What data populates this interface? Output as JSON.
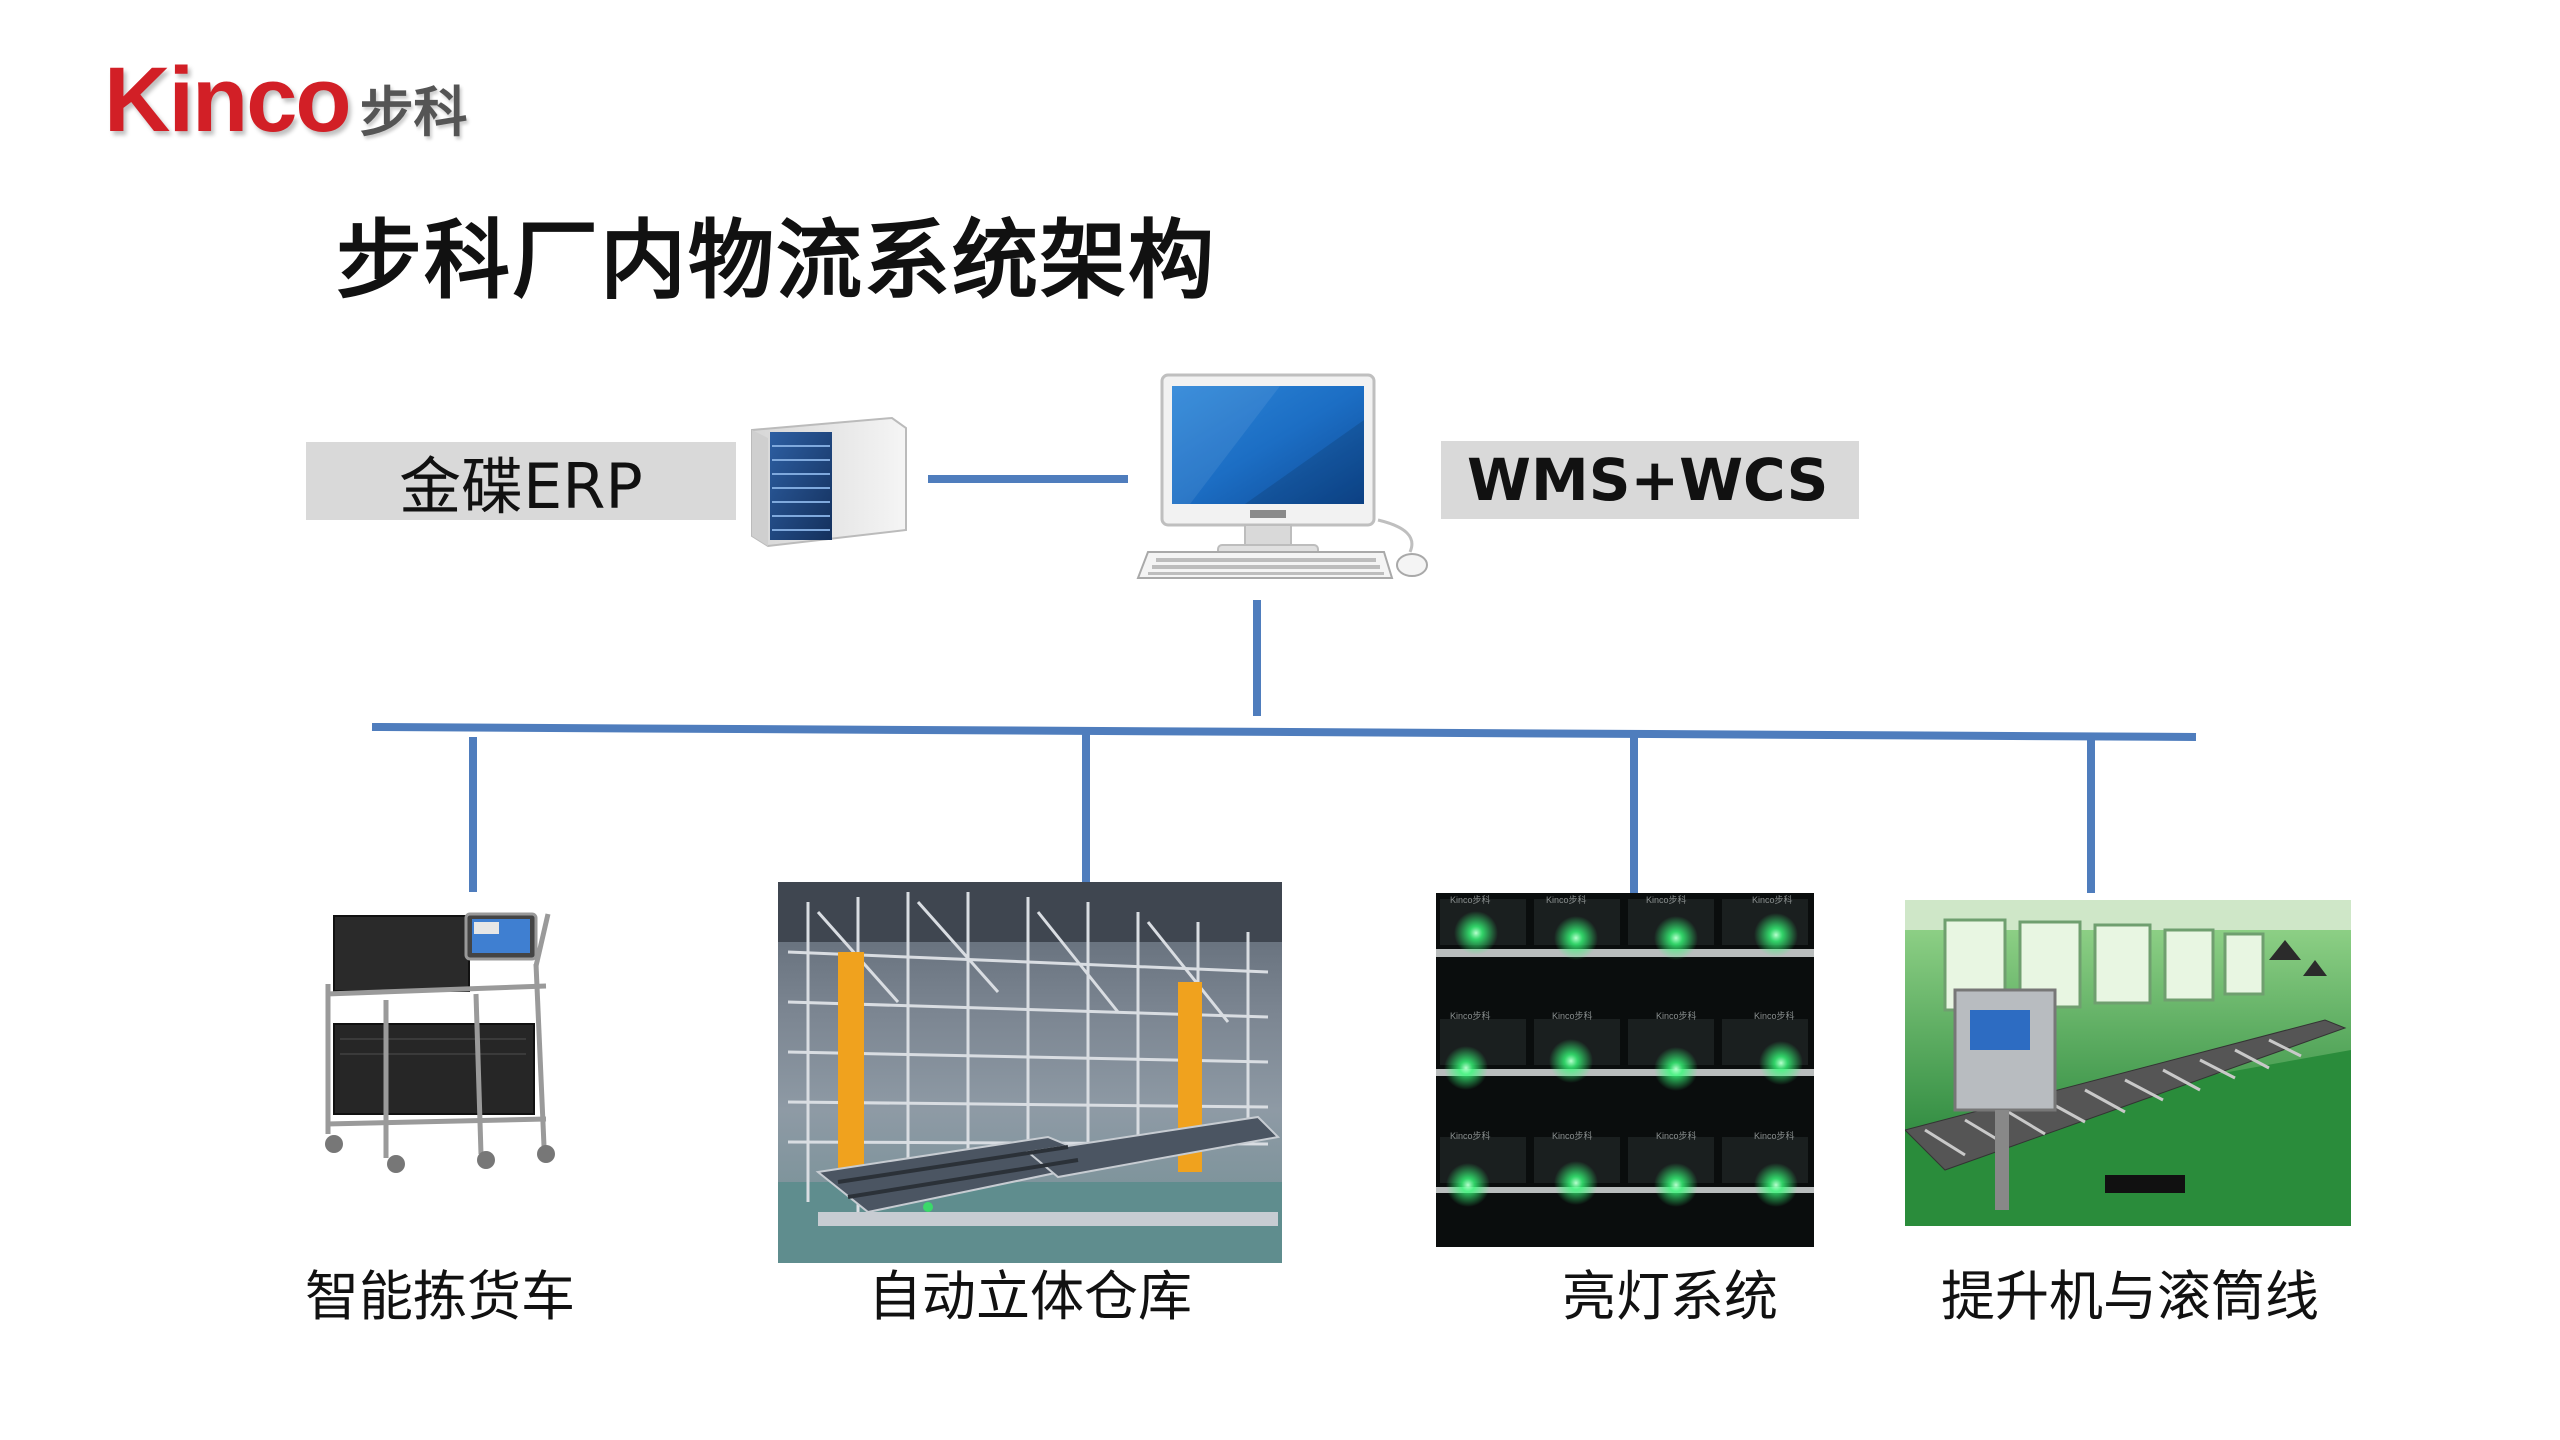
{
  "logo": {
    "brand": "Kinco",
    "brand_cn": "步科"
  },
  "title": "步科厂内物流系统架构",
  "top_nodes": {
    "erp_label": "金碟ERP",
    "wms_label": "WMS+WCS"
  },
  "subsystems": [
    {
      "label": "智能拣货车",
      "icon": "picking-cart-icon"
    },
    {
      "label": "自动立体仓库",
      "icon": "automated-warehouse-photo"
    },
    {
      "label": "亮灯系统",
      "icon": "light-system-photo"
    },
    {
      "label": "提升机与滚筒线",
      "icon": "conveyor-line-photo"
    }
  ],
  "photo_text": {
    "shelf_label": "Kinco步科"
  },
  "colors": {
    "connector": "#4f7dbd",
    "label_bg": "#d9d9d9",
    "brand_red": "#d21f26",
    "led_green": "#37ff7a"
  }
}
